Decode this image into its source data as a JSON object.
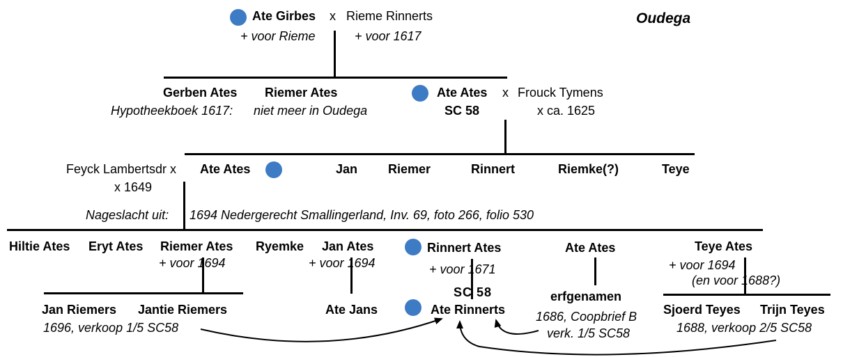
{
  "place": "Oudega",
  "marker_color": "#3d7bc4",
  "gen1": {
    "ate_girbes": "Ate Girbes",
    "x1": "x",
    "rieme": "Rieme Rinnerts",
    "death_ate": "+ voor Rieme",
    "death_rieme": "+ voor 1617"
  },
  "gen2": {
    "gerben": "Gerben Ates",
    "riemer": "Riemer Ates",
    "ate": "Ate Ates",
    "x2": "x",
    "frouck": "Frouck Tymens",
    "hyp_note": "Hypotheekboek 1617:",
    "oudega_note": "niet meer in Oudega",
    "sc": "SC 58",
    "marriage": "x ca. 1625"
  },
  "gen3": {
    "feyck": "Feyck Lambertsdr x",
    "marriage": "x  1649",
    "ate": "Ate Ates",
    "jan": "Jan",
    "riemer": "Riemer",
    "rinnert": "Rinnert",
    "riemke": "Riemke(?)",
    "teye": "Teye",
    "nageslacht": "Nageslacht uit:",
    "source": "1694 Nedergerecht Smallingerland, Inv. 69, foto 266, folio 530"
  },
  "gen4": {
    "hiltie": "Hiltie Ates",
    "eryt": "Eryt Ates",
    "riemer": "Riemer Ates",
    "riemer_death": "+ voor 1694",
    "ryemke": "Ryemke",
    "jan": "Jan Ates",
    "jan_death": "+ voor 1694",
    "rinnert": "Rinnert Ates",
    "rinnert_death": "+ voor 1671",
    "sc": "SC 58",
    "ate": "Ate Ates",
    "teye": "Teye Ates",
    "teye_death": "+ voor 1694",
    "teye_death2": "(en voor 1688?)"
  },
  "gen5": {
    "jan_riemers": "Jan Riemers",
    "jantie": "Jantie Riemers",
    "sale1": "1696, verkoop 1/5 SC58",
    "ate_jans": "Ate Jans",
    "ate_rinnerts": "Ate Rinnerts",
    "erfgenamen": "erfgenamen",
    "coopbrief": "1686, Coopbrief B",
    "verk": "verk. 1/5 SC58",
    "sjoerd": "Sjoerd Teyes",
    "trijn": "Trijn Teyes",
    "sale2": "1688,  verkoop 2/5 SC58"
  }
}
